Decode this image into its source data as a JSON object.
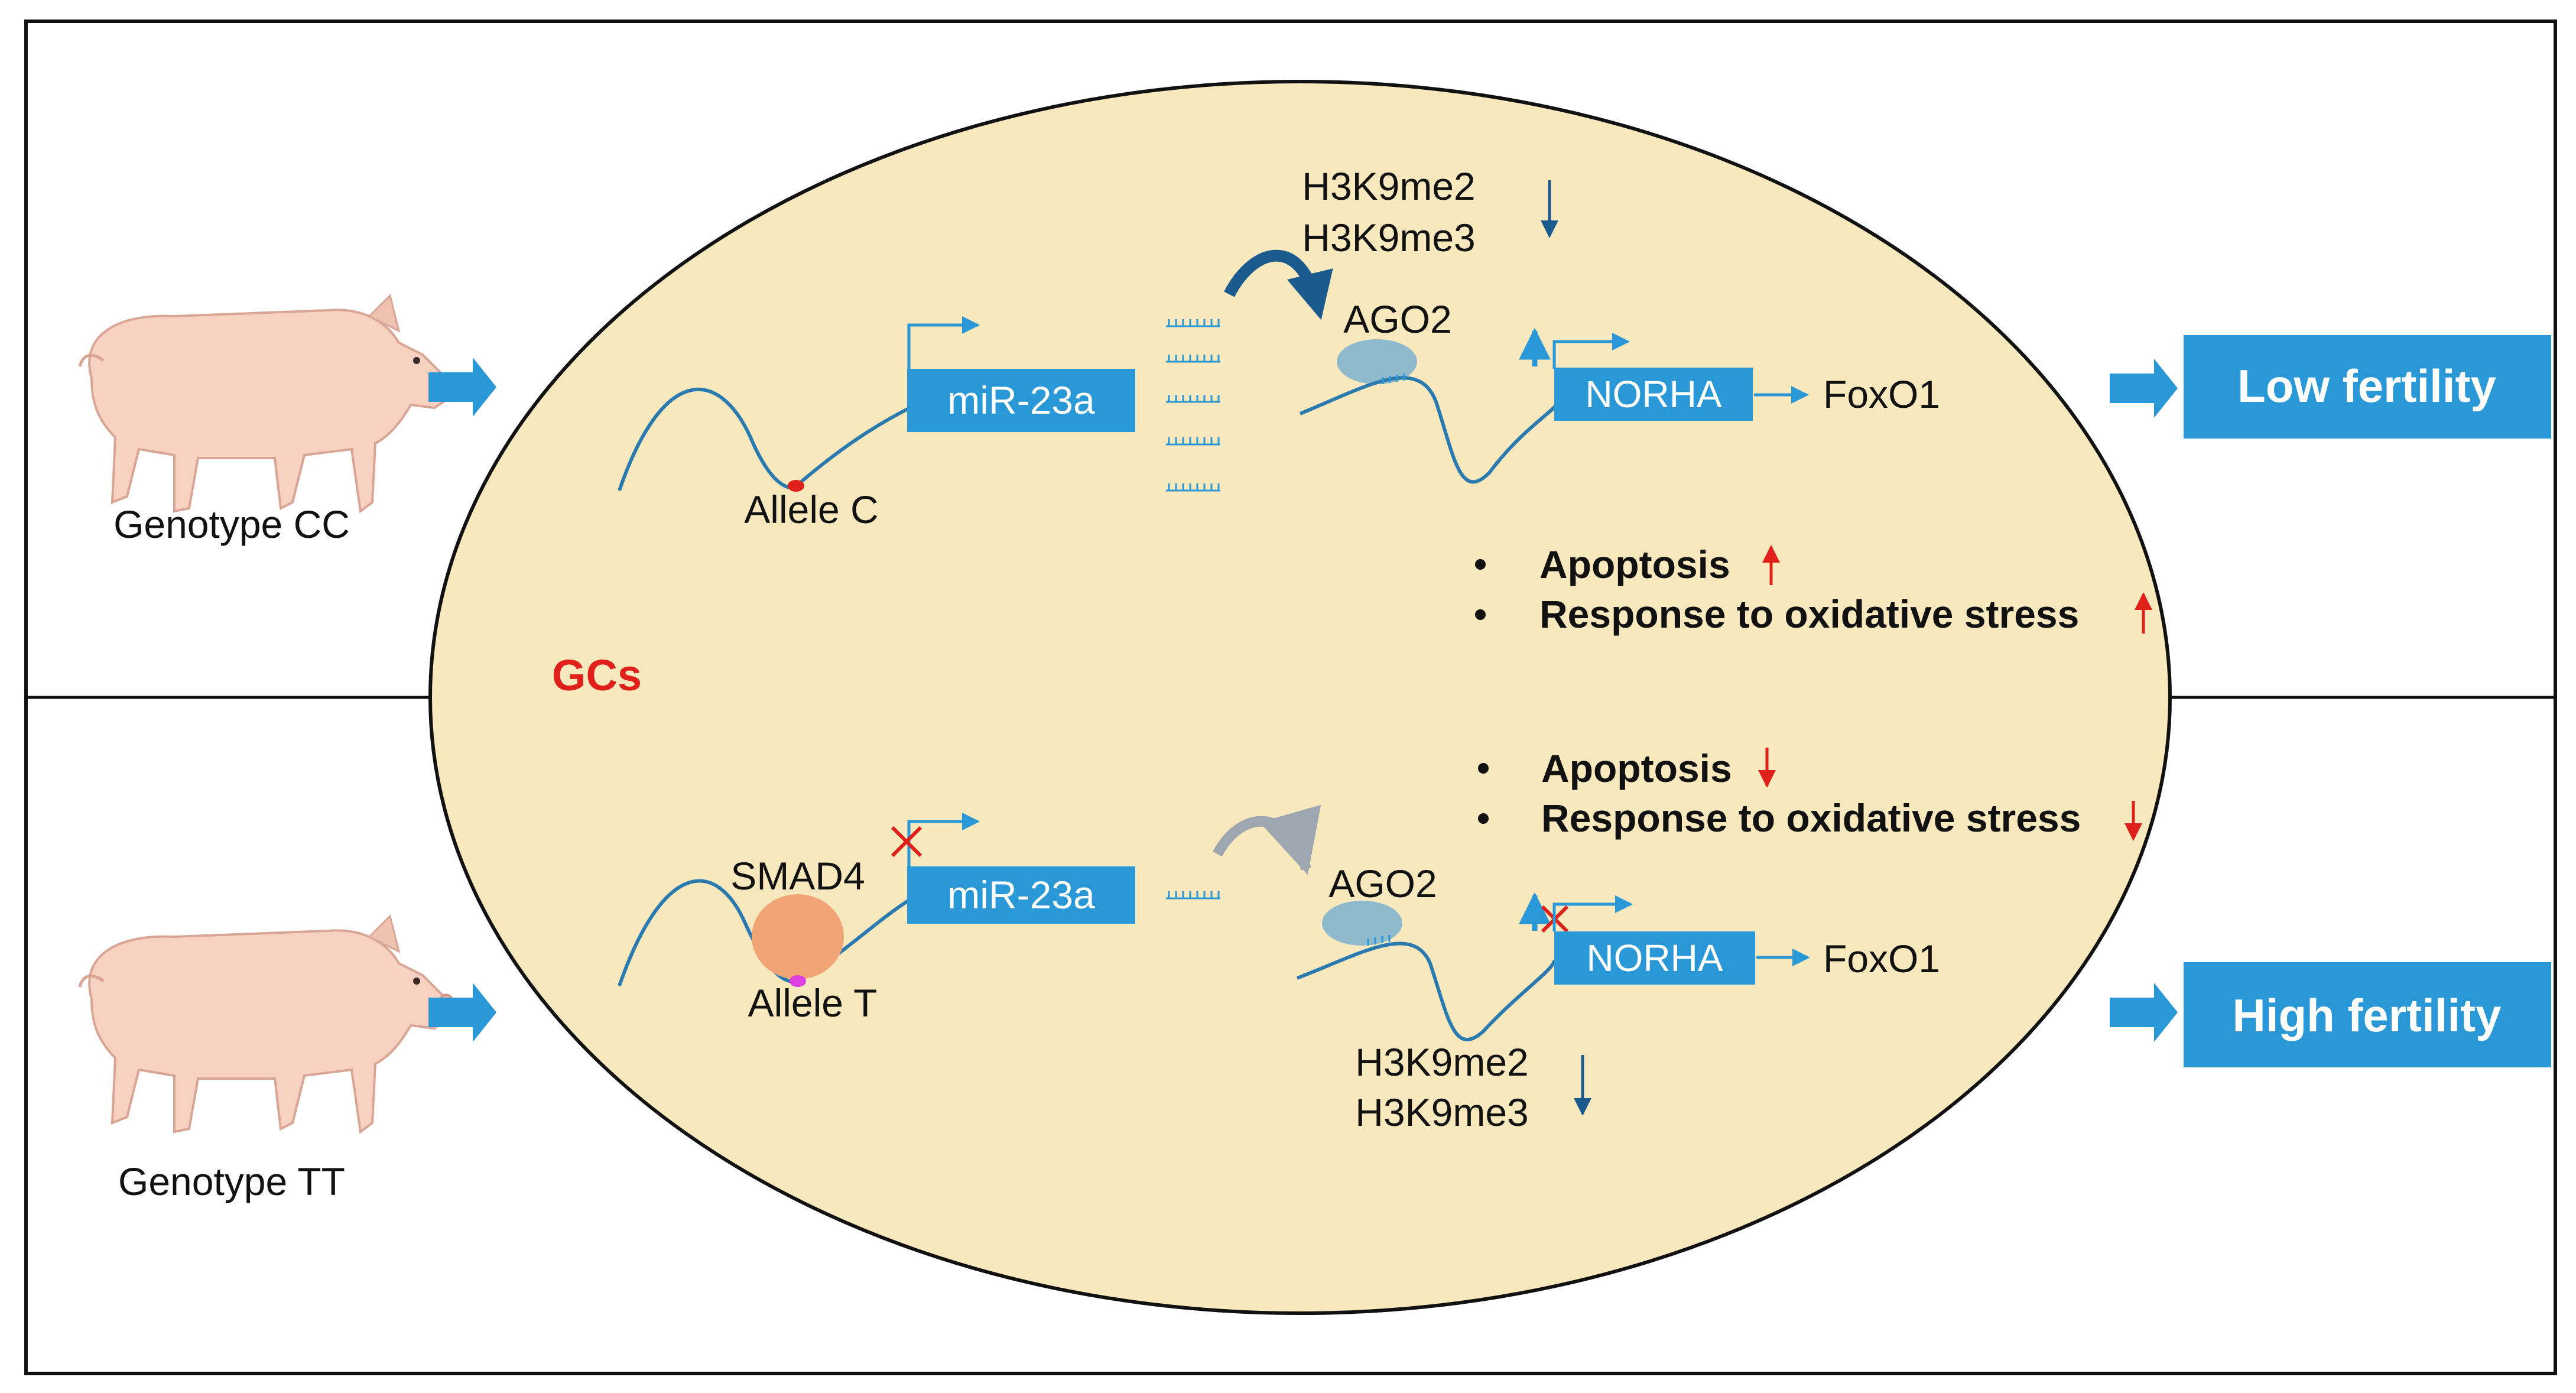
{
  "colors": {
    "cell_fill": "#f8e8bd",
    "accent_blue": "#2a98d6",
    "dark_blue": "#1a5a8c",
    "red": "#e0201a",
    "ago2": "#8fb9cd",
    "smad4": "#f2a477",
    "line": "#2a7ab0"
  },
  "cell_label": "GCs",
  "top": {
    "genotype": "Genotype CC",
    "allele": "Allele C",
    "mirna": "miR-23a",
    "histone_marks": [
      "H3K9me2",
      "H3K9me3"
    ],
    "ago2": "AGO2",
    "target_gene": "NORHA",
    "downstream": "FoxO1",
    "effects": [
      "Apoptosis",
      "Response to oxidative stress"
    ],
    "outcome": "Low fertility"
  },
  "bottom": {
    "genotype": "Genotype TT",
    "allele": "Allele T",
    "binding_factor": "SMAD4",
    "mirna": "miR-23a",
    "histone_marks": [
      "H3K9me2",
      "H3K9me3"
    ],
    "ago2": "AGO2",
    "target_gene": "NORHA",
    "downstream": "FoxO1",
    "effects": [
      "Apoptosis",
      "Response to oxidative stress"
    ],
    "outcome": "High fertility"
  },
  "icons": {
    "pig": "pig-icon",
    "arrow": "right-arrow-icon",
    "up": "up-arrow-icon",
    "down": "down-arrow-icon",
    "block": "red-x-icon",
    "bullet": "bullet-icon"
  }
}
